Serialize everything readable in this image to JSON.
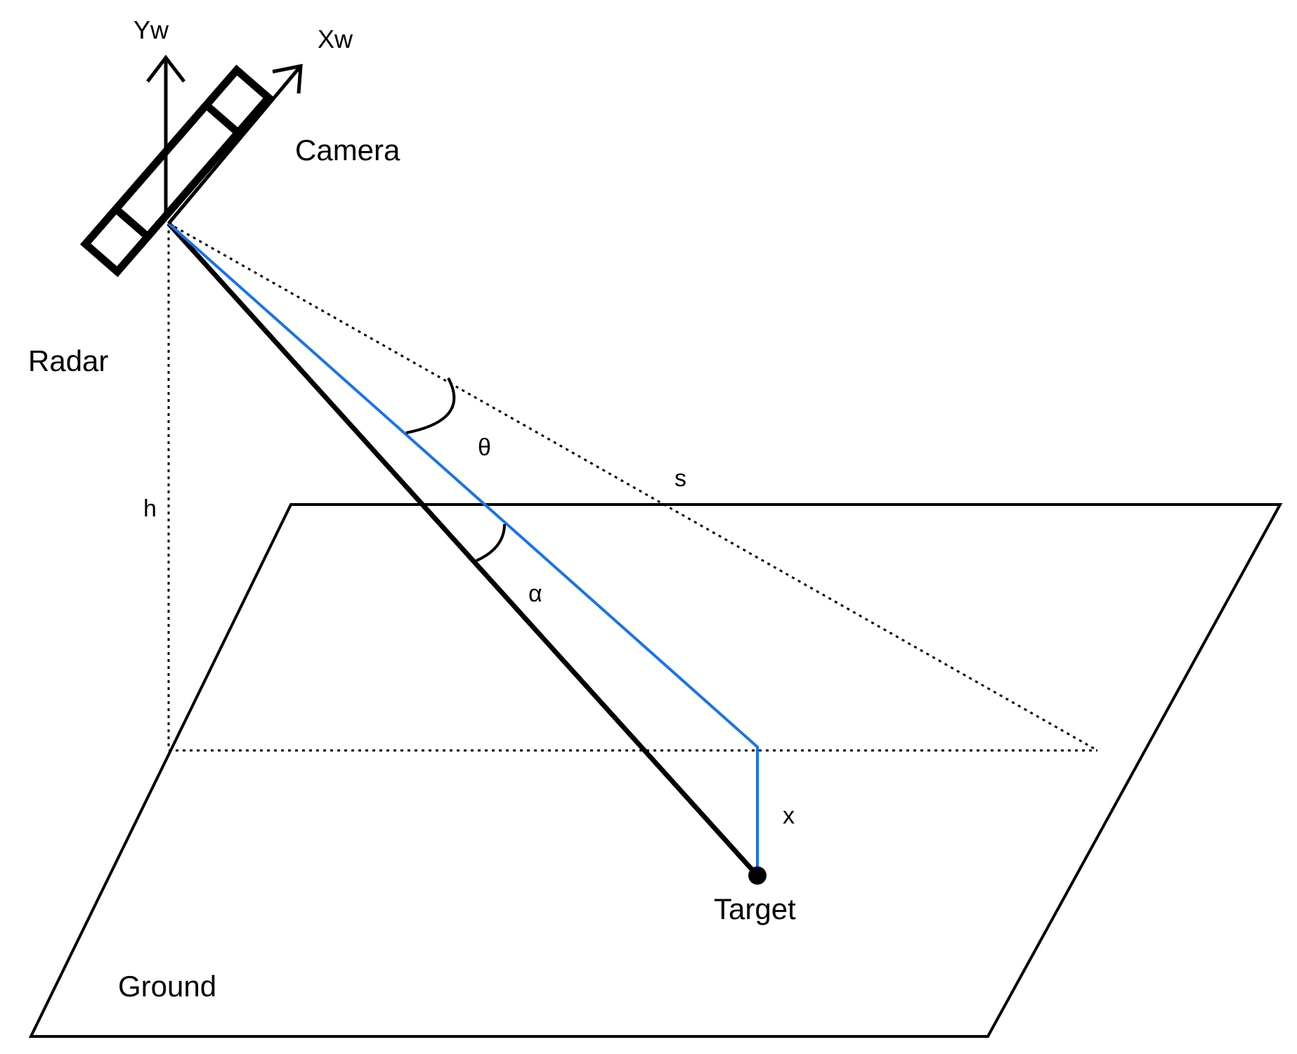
{
  "labels": {
    "yw": "Yw",
    "xw": "Xw",
    "camera": "Camera",
    "radar": "Radar",
    "theta": "θ",
    "s": "s",
    "h": "h",
    "alpha": "α",
    "x": "x",
    "target": "Target",
    "ground": "Ground"
  },
  "colors": {
    "line": "#000000",
    "ray": "#1a73e8",
    "background": "#ffffff"
  }
}
